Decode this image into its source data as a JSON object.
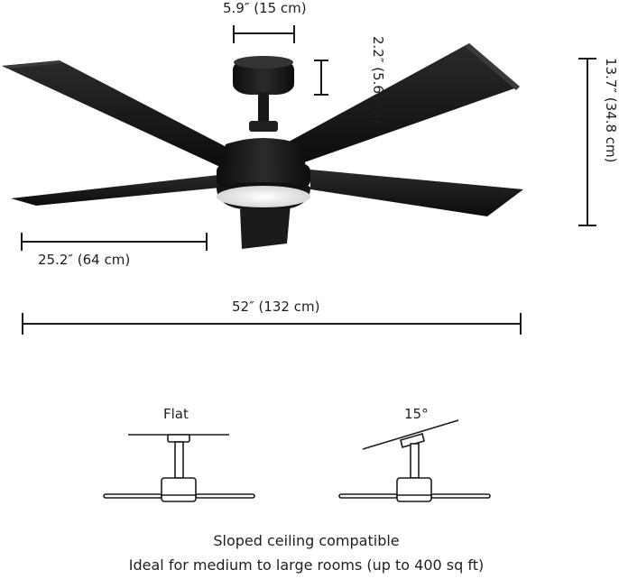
{
  "dimensions": {
    "canopy_width": "5.9″ (15 cm)",
    "canopy_height": "2.2″ (5.6 cm)",
    "total_height": "13.7″ (34.8 cm)",
    "blade_length": "25.2″ (64 cm)",
    "span": "52″ (132 cm)"
  },
  "mounting": {
    "flat_label": "Flat",
    "angled_label": "15°"
  },
  "captions": {
    "line1": "Sloped ceiling compatible",
    "line2": "Ideal for medium to large rooms (up to 400 sq ft)"
  },
  "colors": {
    "fan_body": "#141414",
    "light_panel": "#ececec",
    "dimension_line": "#1a1a1a"
  }
}
